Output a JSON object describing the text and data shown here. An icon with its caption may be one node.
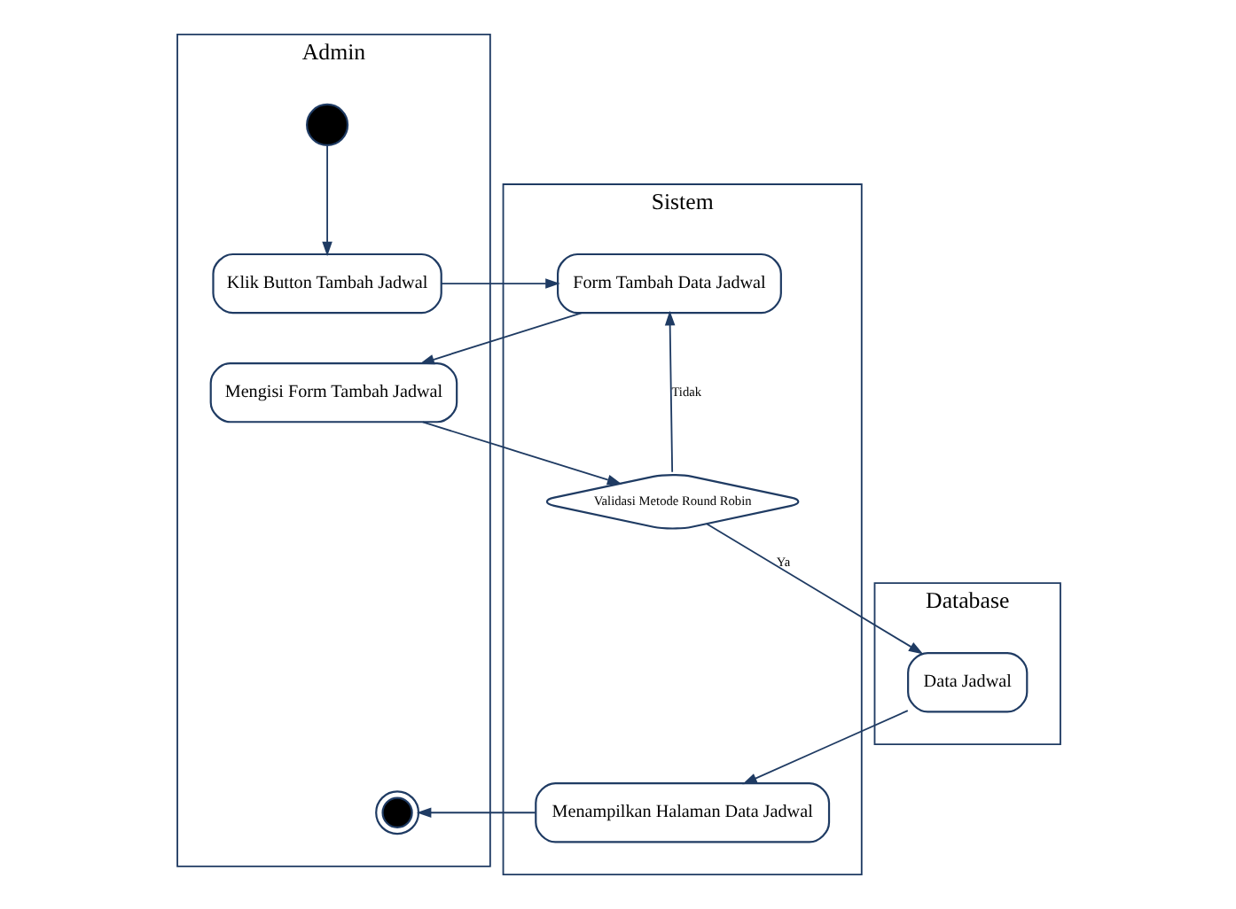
{
  "diagram": {
    "nodes": [
      {
        "text": [
          "Admin"
        ]
      },
      {
        "text": [
          "Sistem"
        ]
      },
      {
        "text": [
          "Database"
        ]
      },
      {
        "text": [],
        "shape": "circle",
        "in": 0
      },
      {
        "text": [
          "Klik Button Tambah Jadwal"
        ],
        "in": 0
      },
      {
        "text": [
          "Form Tambah Data Jadwal"
        ],
        "in": 1
      },
      {
        "text": [
          "Mengisi Form Tambah Jadwal"
        ],
        "in": 0
      },
      {
        "text": [
          "Validasi Metode Round Robin"
        ],
        "in": 1
      },
      {
        "text": [
          "Data Jadwal"
        ],
        "in": 2
      },
      {
        "text": [],
        "shape": "circle",
        "in": 0
      },
      {
        "text": [
          "Menampilkan Halaman Data Jadwal"
        ],
        "in": 1
      }
    ],
    "edges": [
      {
        "from": 3,
        "to": 4,
        "arrow": "to"
      },
      {
        "from": 4,
        "to": 5,
        "arrow": "to"
      },
      {
        "from": 5,
        "to": 6,
        "arrow": "to"
      },
      {
        "from": 6,
        "to": 7,
        "arrow": "to"
      },
      {
        "from": 7,
        "to": 5,
        "label": "Tidak",
        "arrow": "to"
      },
      {
        "from": 7,
        "to": 8,
        "label": "Ya",
        "arrow": "to"
      },
      {
        "from": 8,
        "to": 10,
        "arrow": "to"
      },
      {
        "from": 10,
        "to": 9,
        "arrow": "to"
      }
    ]
  }
}
